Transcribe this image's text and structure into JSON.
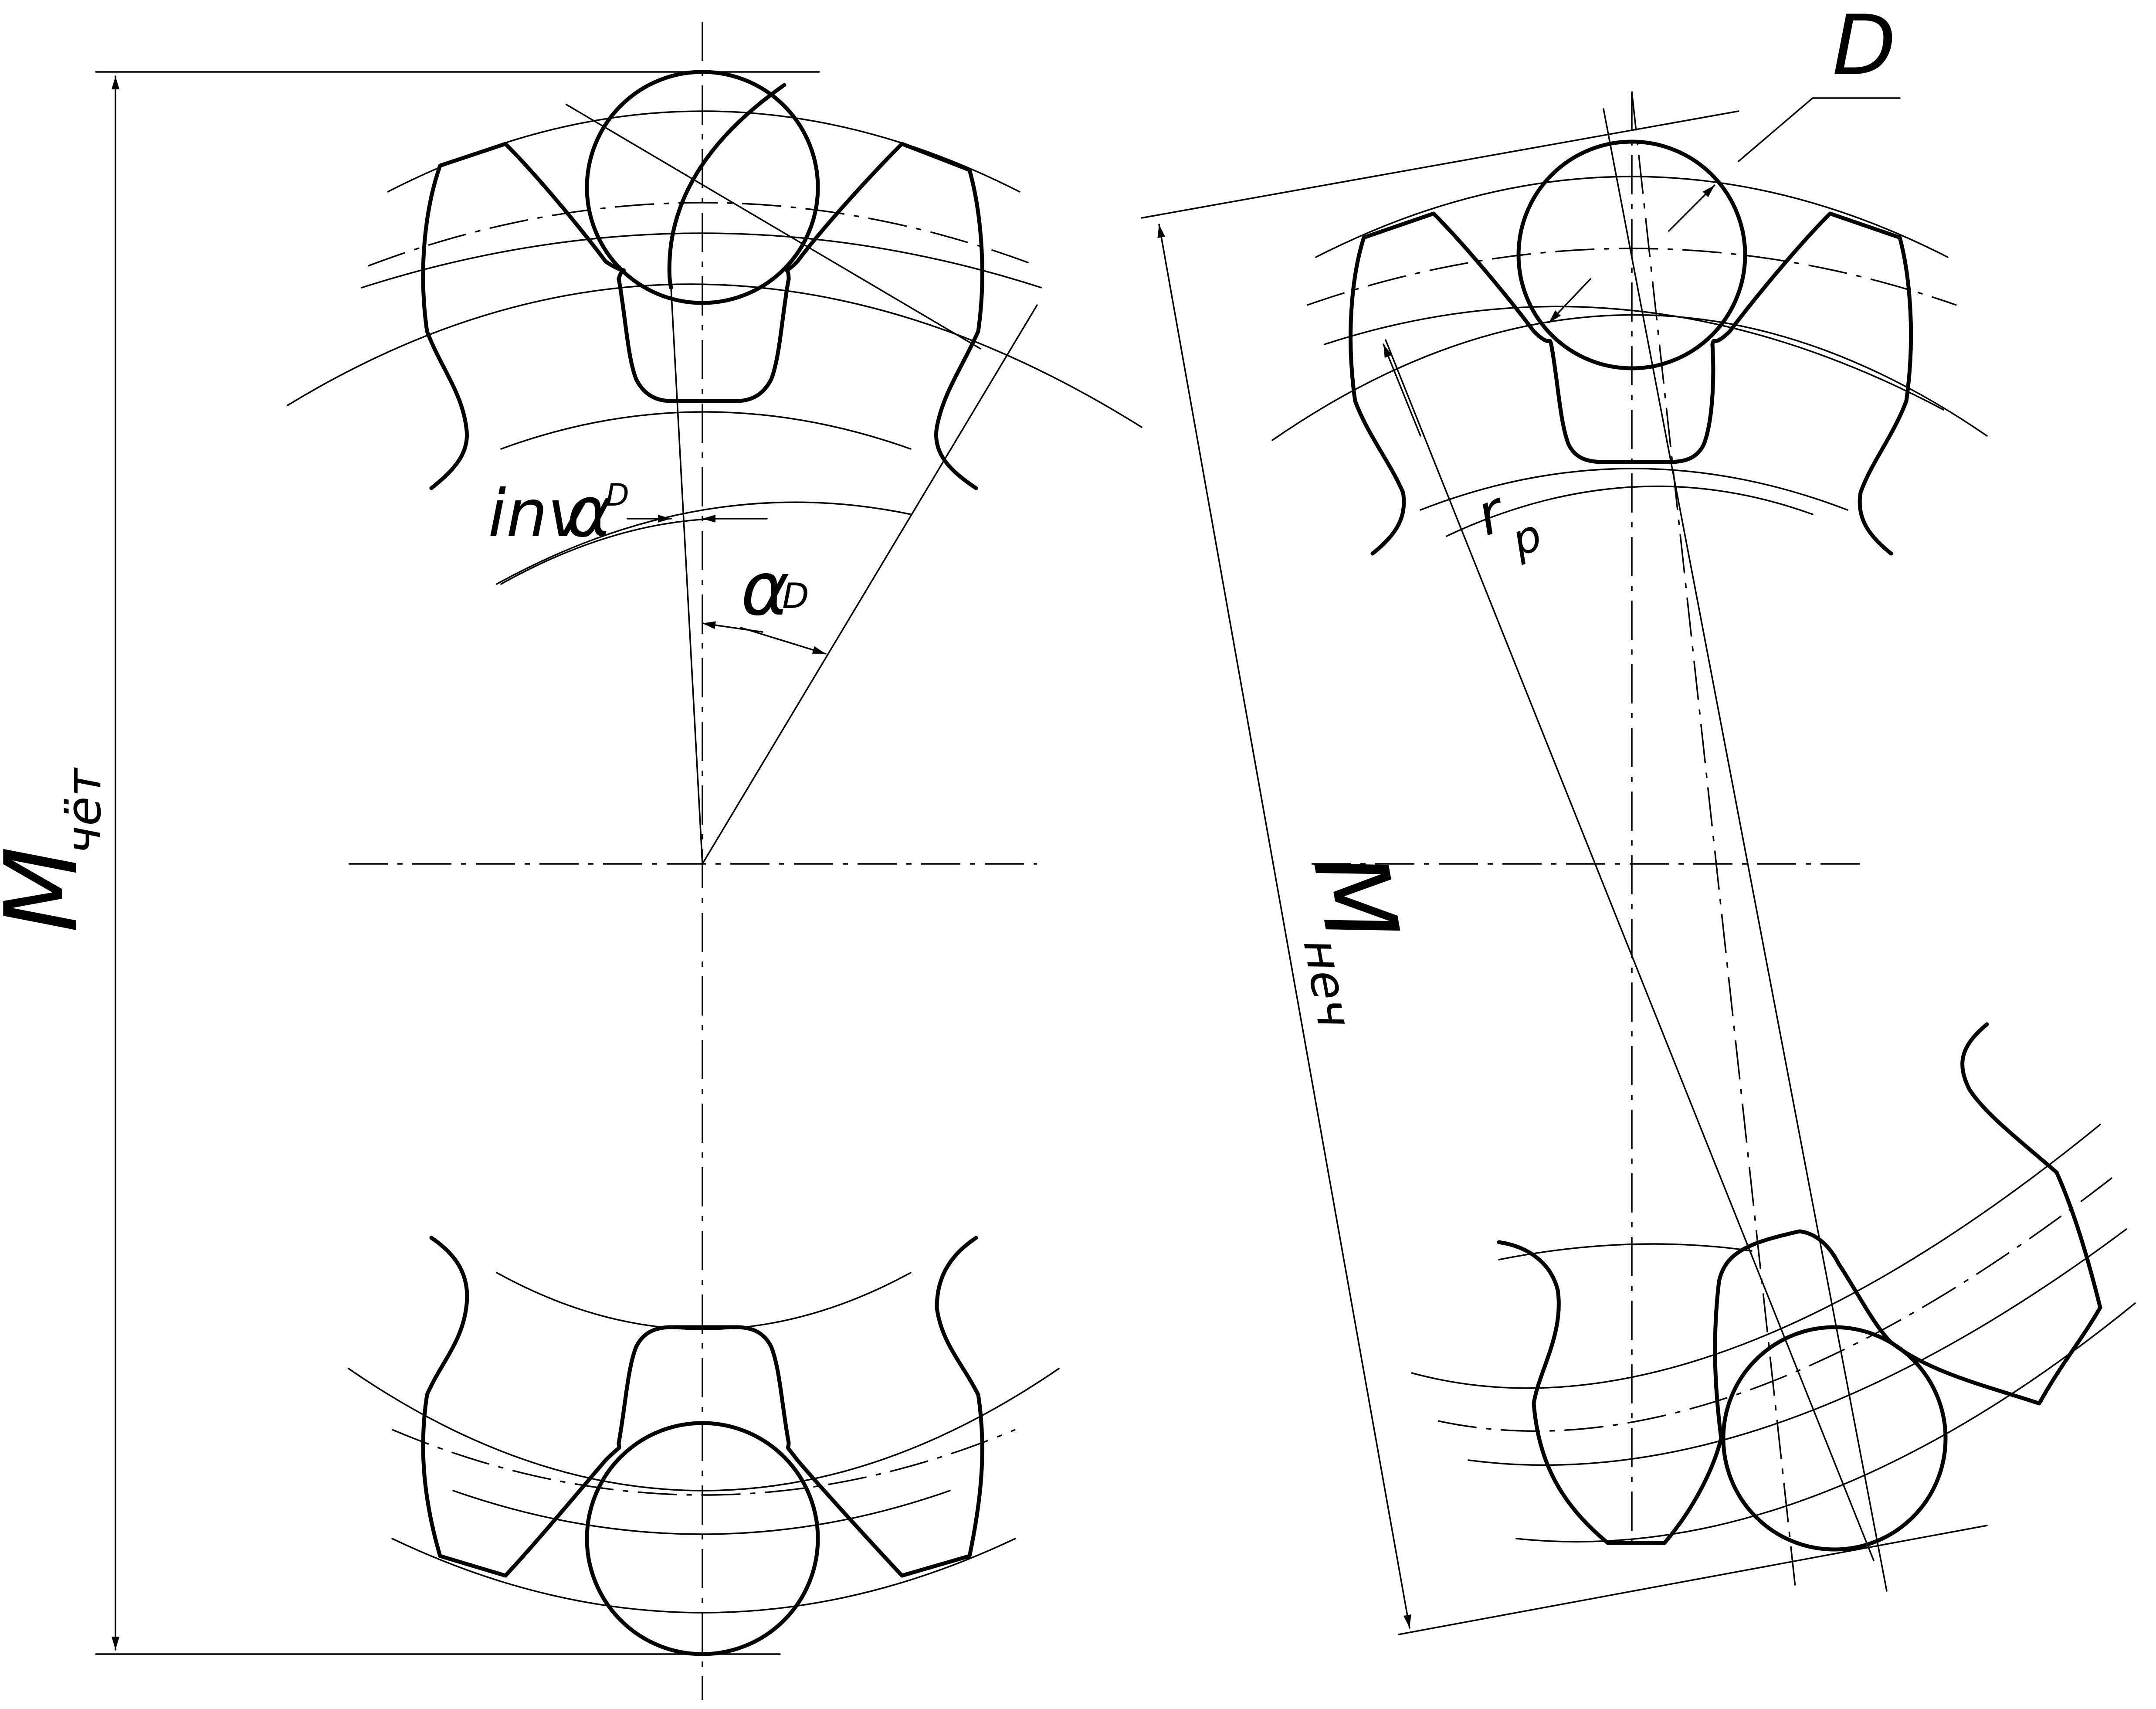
{
  "labels": {
    "m_even": "M",
    "m_even_sub": "чёт",
    "m_odd": "M",
    "m_odd_sub": "неч",
    "inv": "inv",
    "alpha": "α",
    "alpha_sub": "D",
    "diameter": "D",
    "radius": "r",
    "radius_sub": "p"
  },
  "colors": {
    "ink": "#000000",
    "paper": "#ffffff"
  }
}
